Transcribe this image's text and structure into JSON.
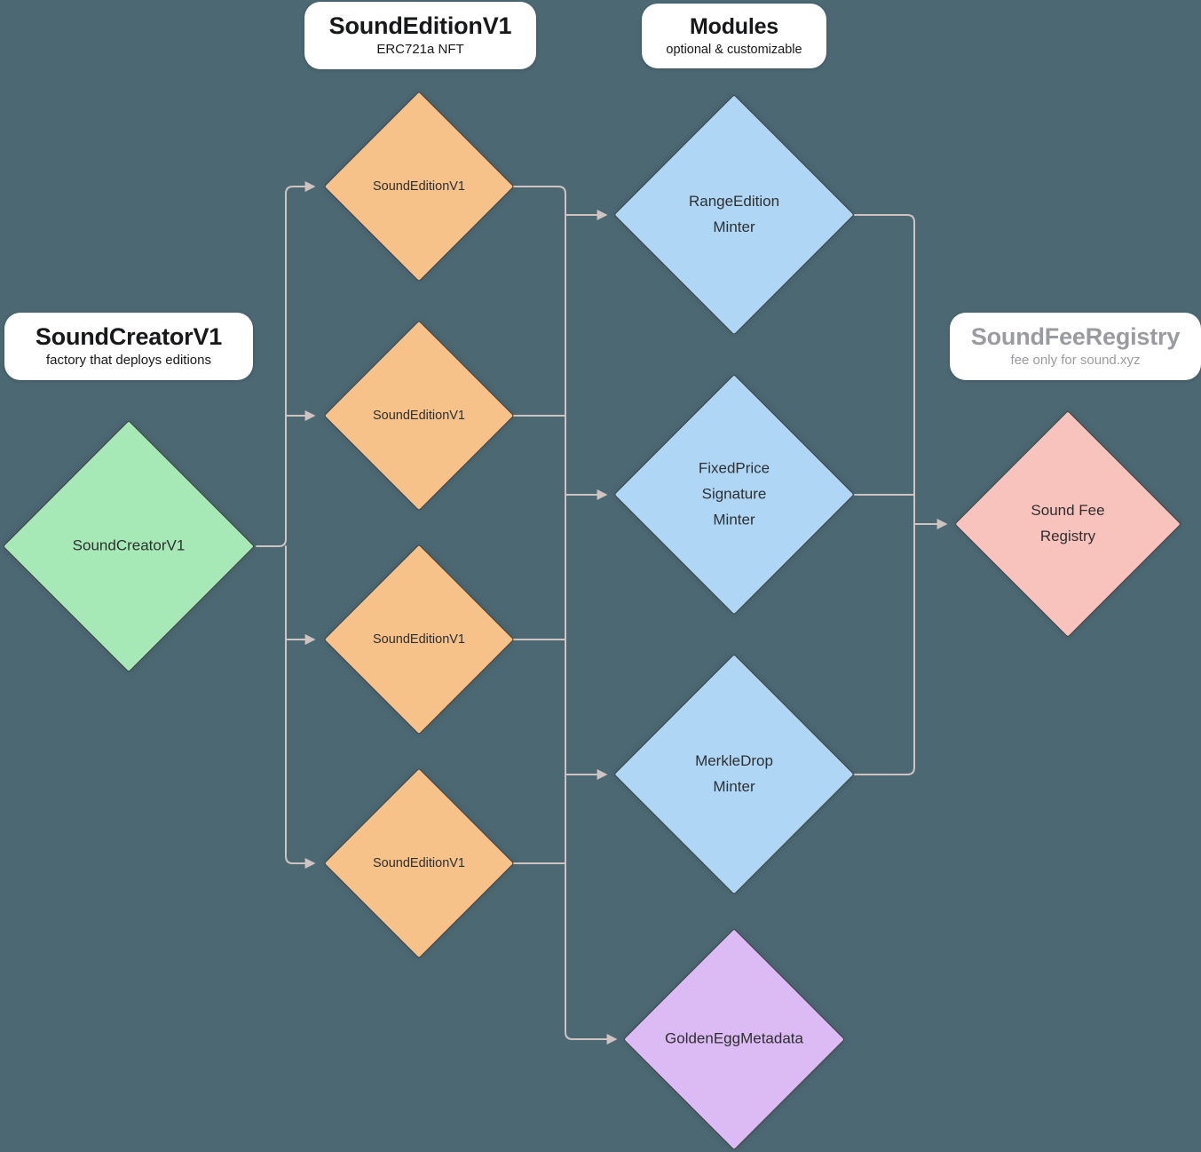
{
  "colors": {
    "background": "#4b6873",
    "connector": "#cfc4c2",
    "green": "#a7e9b6",
    "orange": "#f6c289",
    "blue": "#afd7f5",
    "purple": "#dcbaf4",
    "pink": "#f9c3bd",
    "card_text": "#17181a",
    "muted": "#9a9ba0",
    "node_text": "#2e2f31"
  },
  "cards": {
    "creator": {
      "title": "SoundCreatorV1",
      "subtitle": "factory that deploys editions"
    },
    "edition": {
      "title": "SoundEditionV1",
      "subtitle": "ERC721a NFT"
    },
    "modules": {
      "title": "Modules",
      "subtitle": "optional & customizable"
    },
    "fee_registry": {
      "title": "SoundFeeRegistry",
      "subtitle": "fee only for sound.xyz"
    }
  },
  "nodes": {
    "creator": "SoundCreatorV1",
    "edition1": "SoundEditionV1",
    "edition2": "SoundEditionV1",
    "edition3": "SoundEditionV1",
    "edition4": "SoundEditionV1",
    "range_minter": "RangeEdition\nMinter",
    "fixed_price_minter": "FixedPrice\nSignature\nMinter",
    "merkle_minter": "MerkleDrop\nMinter",
    "golden_egg": "GoldenEggMetadata",
    "fee_registry": "Sound Fee\nRegistry"
  }
}
